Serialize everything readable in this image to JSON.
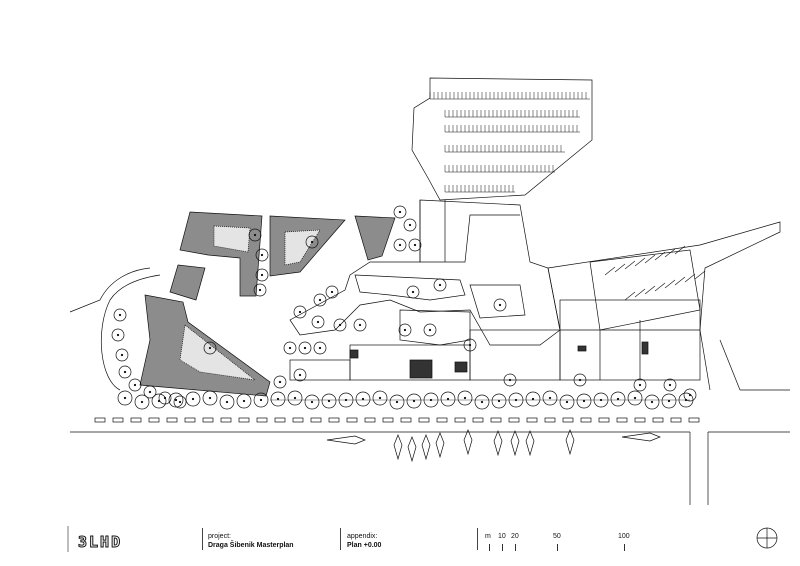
{
  "title_block": {
    "logo": "3LHD",
    "project_label": "project:",
    "project_name": "Draga Šibenik Masterplan",
    "appendix_label": "appendix:",
    "appendix_value": "Plan +0.00",
    "scale": {
      "unit": "m",
      "marks": [
        "10",
        "20",
        "50",
        "100"
      ]
    },
    "north_symbol": "north-arrow-icon"
  },
  "colors": {
    "line": "#111111",
    "building_fill": "#8c8c8c",
    "paving": "#d8d8d8"
  }
}
